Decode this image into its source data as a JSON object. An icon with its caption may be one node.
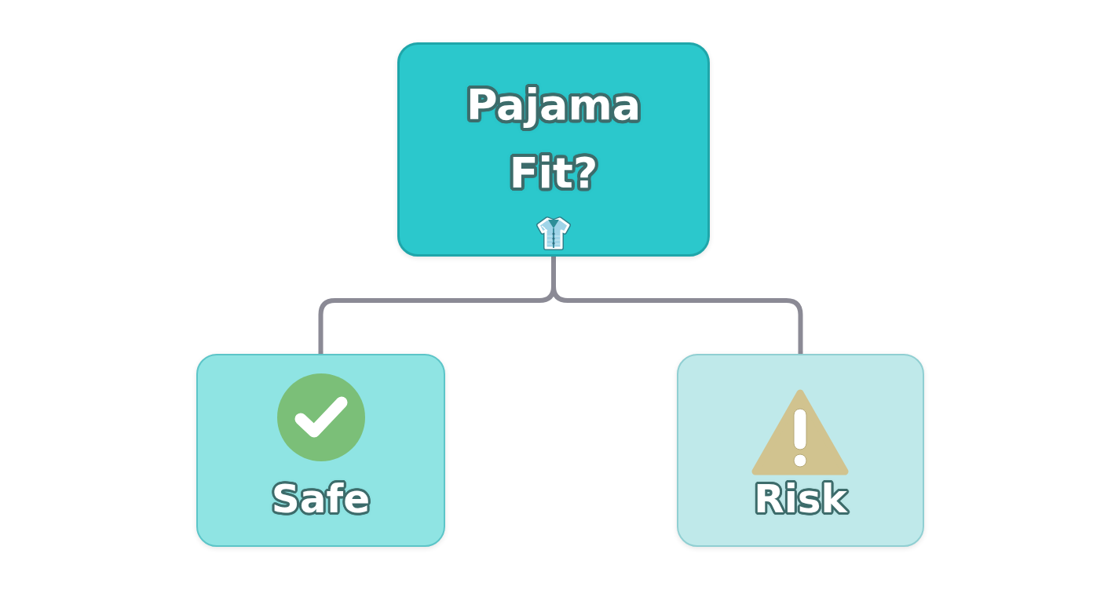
{
  "diagram": {
    "nodes": [
      {
        "text": [
          "Pajama Fit?"
        ]
      },
      {
        "text": [
          "Safe"
        ]
      },
      {
        "text": [
          "Risk"
        ]
      }
    ],
    "edges": [
      {
        "from": 0,
        "to": 1,
        "arrow": "none"
      },
      {
        "from": 0,
        "to": 2,
        "arrow": "none"
      }
    ]
  }
}
